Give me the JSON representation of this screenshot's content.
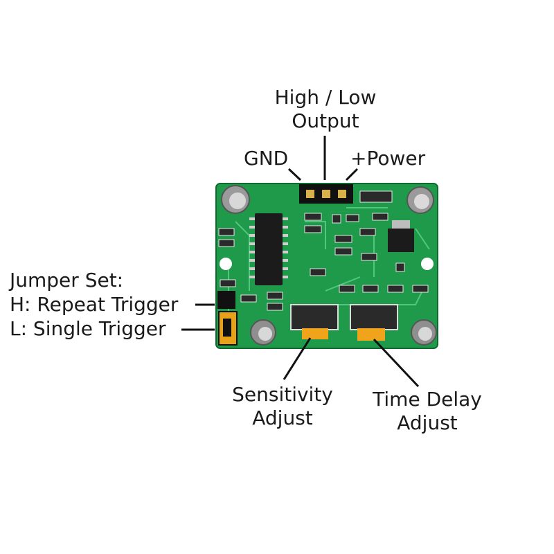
{
  "labels": {
    "high_low_line1": "High / Low",
    "high_low_line2": "Output",
    "gnd": "GND",
    "power": "+Power",
    "jumper_title": "Jumper Set:",
    "jumper_h": "H: Repeat Trigger",
    "jumper_l": "L: Single Trigger",
    "sensitivity_line1": "Sensitivity",
    "sensitivity_line2": "Adjust",
    "time_delay_line1": "Time Delay",
    "time_delay_line2": "Adjust"
  },
  "colors": {
    "pcb_green": "#1f9a4a",
    "pcb_dark": "#137a36",
    "trace": "#5fd18a",
    "chip": "#1b1b1b",
    "pot": "#f0a41c",
    "jumper": "#e8a21a",
    "leader": "#111111"
  }
}
